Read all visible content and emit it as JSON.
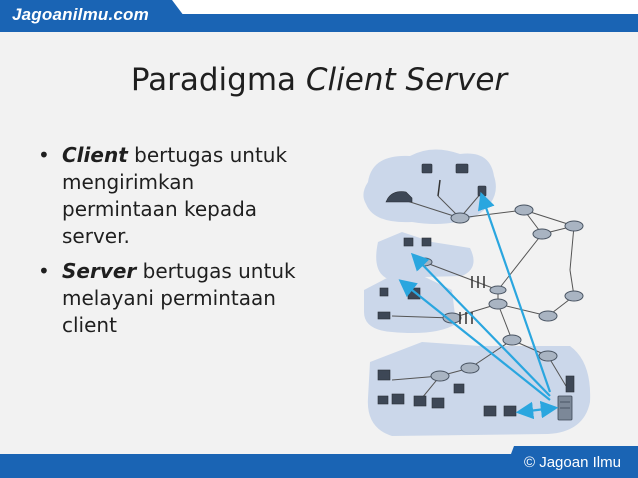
{
  "header": {
    "logo_text": "Jagoanilmu.com"
  },
  "slide": {
    "title_plain": "Paradigma ",
    "title_italic": "Client Server",
    "bullets": [
      {
        "keyword": "Client",
        "text": " bertugas untuk mengirimkan permintaan kepada server."
      },
      {
        "keyword": "Server",
        "text": " bertugas untuk melayani permintaan client"
      }
    ]
  },
  "footer": {
    "copyright_text": "© Jagoan Ilmu"
  },
  "colors": {
    "brand_blue": "#1a64b4",
    "arrow_blue": "#2aa6df",
    "cloud": "#cbd7ea",
    "background": "#f2f2f2"
  }
}
